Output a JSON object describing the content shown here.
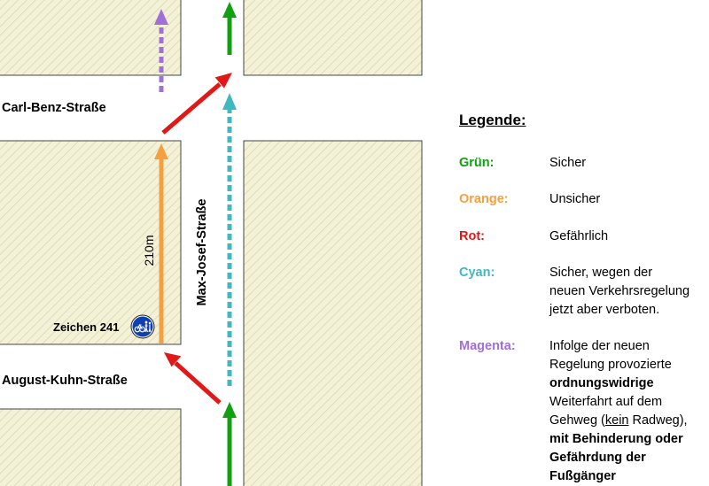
{
  "colors": {
    "block_fill": "#f4f2d6",
    "block_hatch": "#d9d5b6",
    "block_border": "#444444",
    "green": "#10a010",
    "orange": "#f5a040",
    "red": "#e01818",
    "cyan": "#40b8c0",
    "magenta": "#a070d8",
    "sign_blue": "#1040b0"
  },
  "streets": {
    "carl_benz": "Carl-Benz-Straße",
    "august_kuhn": "August-Kuhn-Straße",
    "max_josef": "Max-Josef-Straße"
  },
  "distance_label": "210m",
  "sign_label": "Zeichen 241",
  "sign_icon": "shared-foot-cycle-path-sign",
  "legend": {
    "title": "Legende:",
    "green": {
      "key": "Grün:",
      "text": "Sicher"
    },
    "orange": {
      "key": "Orange:",
      "text": "Unsicher"
    },
    "red": {
      "key": "Rot:",
      "text": "Gefährlich"
    },
    "cyan": {
      "key": "Cyan:",
      "line1": "Sicher, wegen der",
      "line2": "neuen Verkehrsregelung",
      "line3": "jetzt aber verboten."
    },
    "magenta": {
      "key": "Magenta:",
      "line1": "Infolge der neuen",
      "line2": "Regelung provozierte",
      "line3": "ordnungswidrige",
      "line4": "Weiterfahrt auf dem",
      "line5_a": "Gehweg (",
      "line5_b": "kein",
      "line5_c": " Radweg),",
      "line6": "mit Behinderung oder",
      "line7": "Gefährdung der",
      "line8": "Fußgänger"
    }
  }
}
